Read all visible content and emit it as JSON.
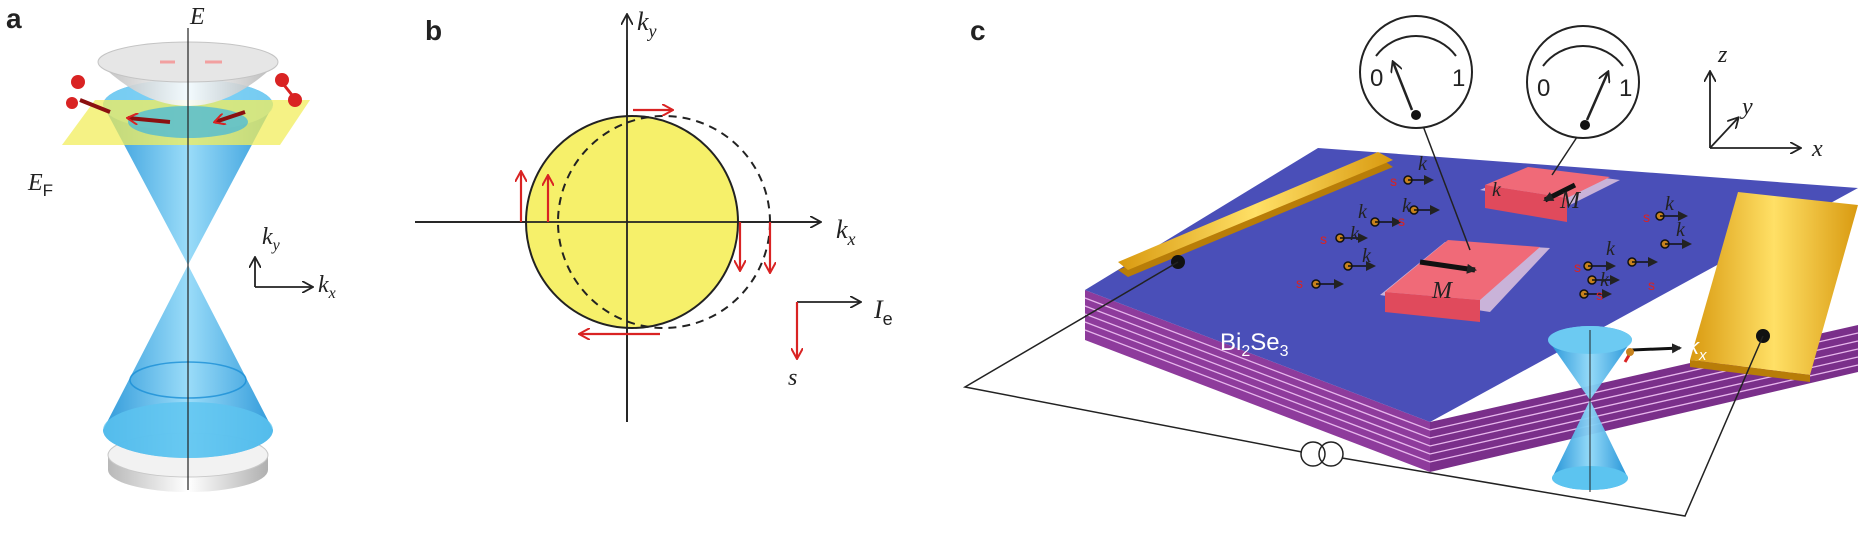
{
  "panels": {
    "a": {
      "letter": "a",
      "energy_axis": "E",
      "fermi_label": "E",
      "fermi_sub": "F",
      "kx_label": "k",
      "kx_sub": "x",
      "ky_label": "k",
      "ky_sub": "y"
    },
    "b": {
      "letter": "b",
      "kx_label": "k",
      "kx_sub": "x",
      "ky_label": "k",
      "ky_sub": "y",
      "current_label": "I",
      "current_sub": "e",
      "spin_label": "s"
    },
    "c": {
      "letter": "c",
      "material_main": "Bi",
      "material_sub": "2",
      "material_rest": "Se",
      "material_sub2": "3",
      "magnet_label": "M",
      "meter_min": "0",
      "meter_max": "1",
      "k_label": "k",
      "s_label": "s",
      "cone_k": "k",
      "cone_k_sub": "x",
      "cone_s": "s",
      "axis_x": "x",
      "axis_y": "y",
      "axis_z": "z"
    }
  },
  "colors": {
    "cone_blue": "#29a8e6",
    "fermi_yellow": "#f2ee5c",
    "spin_red": "#d92323",
    "slab_blue": "#4a4fb8",
    "slab_purple": "#8e3b9c",
    "electrode_yellow": "#f4c430",
    "magnet_pink": "#f06a78"
  }
}
